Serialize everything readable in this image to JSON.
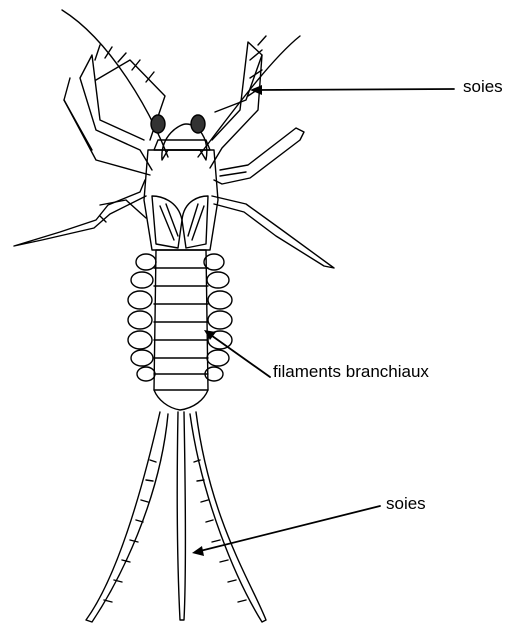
{
  "labels": {
    "setae_top": "soies",
    "gill_filaments": "filaments branchiaux",
    "setae_tail": "soies"
  },
  "colors": {
    "ink": "#000000",
    "paper": "#ffffff"
  }
}
